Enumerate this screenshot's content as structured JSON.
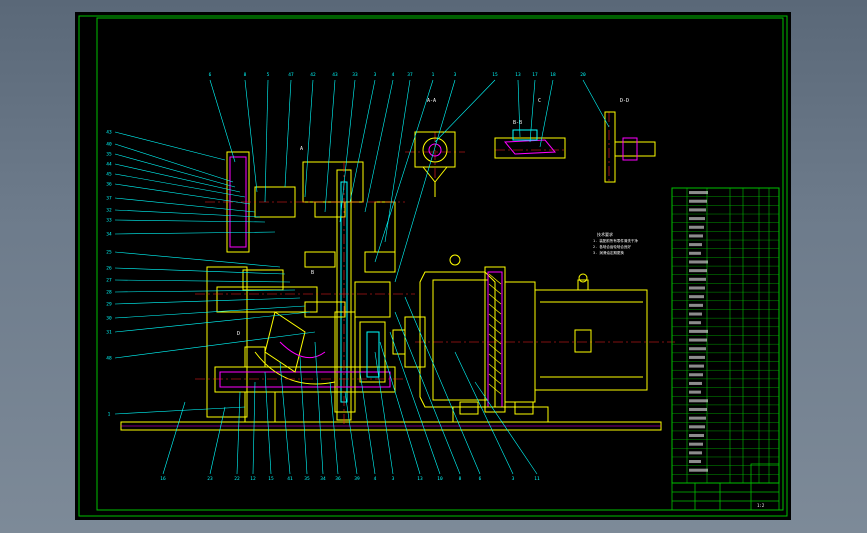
{
  "colors": {
    "background": "#000000",
    "frame": "#00c000",
    "leader": "#00ffff",
    "outline": "#ffff00",
    "detail": "#ff00ff",
    "centerline": "#ff2020",
    "text": "#ffffff"
  },
  "top_balloons": [
    "6",
    "8",
    "5",
    "47",
    "42",
    "43",
    "33",
    "3",
    "4",
    "37",
    "1",
    "3",
    "15",
    "13",
    "17",
    "18",
    "20"
  ],
  "bottom_balloons": [
    "16",
    "23",
    "22",
    "12",
    "15",
    "41",
    "35",
    "34",
    "36",
    "39",
    "4",
    "3",
    "13",
    "10",
    "8",
    "6",
    "3",
    "11"
  ],
  "left_balloons": [
    "43",
    "40",
    "35",
    "44",
    "45",
    "36",
    "37",
    "32",
    "33",
    "34",
    "25",
    "26",
    "27",
    "28",
    "29",
    "30",
    "31",
    "48",
    "1"
  ],
  "view_labels": {
    "section_a": "A-A",
    "section_b": "B-B",
    "detail_c": "C",
    "section_d": "D-D",
    "mark_a": "A",
    "mark_b": "B",
    "mark_d": "D"
  },
  "notes": {
    "heading": "技术要求",
    "lines": [
      "1. 装配前所有零件清洗干净",
      "2. 各啮合齿轮啮合良好",
      "3. 润滑油定期更换"
    ]
  },
  "parts_table_rows": 34,
  "title_block": {
    "company": "",
    "drawing_name": "",
    "scale": "1:2"
  }
}
